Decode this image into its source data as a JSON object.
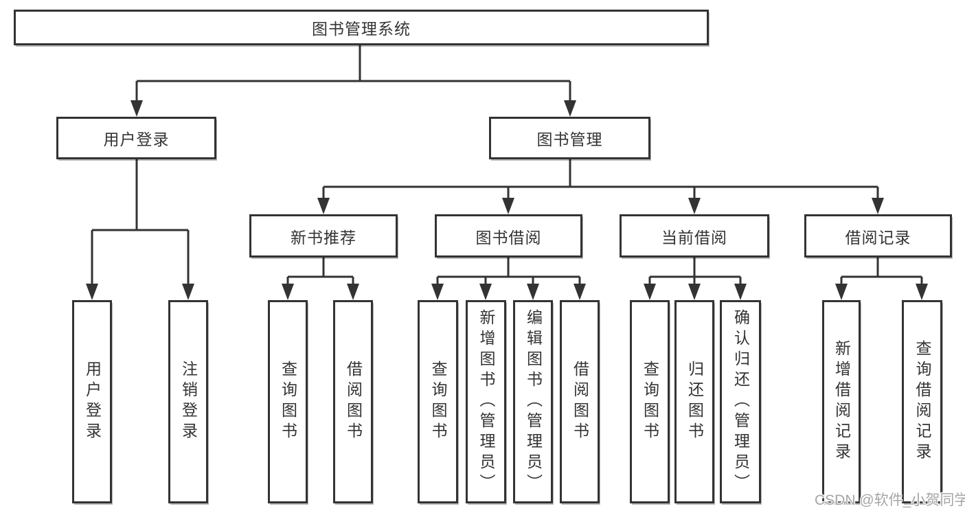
{
  "diagram": {
    "root": "图书管理系统",
    "level2": [
      {
        "label": "用户登录",
        "children": [
          "用户登录",
          "注销登录"
        ]
      },
      {
        "label": "图书管理"
      }
    ],
    "level3": [
      {
        "label": "新书推荐",
        "children": [
          "查询图书",
          "借阅图书"
        ]
      },
      {
        "label": "图书借阅",
        "children": [
          "查询图书",
          "新增图书（管理员）",
          "编辑图书（管理员）",
          "借阅图书"
        ]
      },
      {
        "label": "当前借阅",
        "children": [
          "查询图书",
          "归还图书",
          "确认归还（管理员）"
        ]
      },
      {
        "label": "借阅记录",
        "children": [
          "新增借阅记录",
          "查询借阅记录"
        ]
      }
    ]
  },
  "colors": {
    "line": "#333333",
    "box_border": "#333333",
    "text": "#333333",
    "background": "#ffffff",
    "watermark": "#a6a6a6"
  },
  "watermark": "CSDN @软件_小贺同学"
}
